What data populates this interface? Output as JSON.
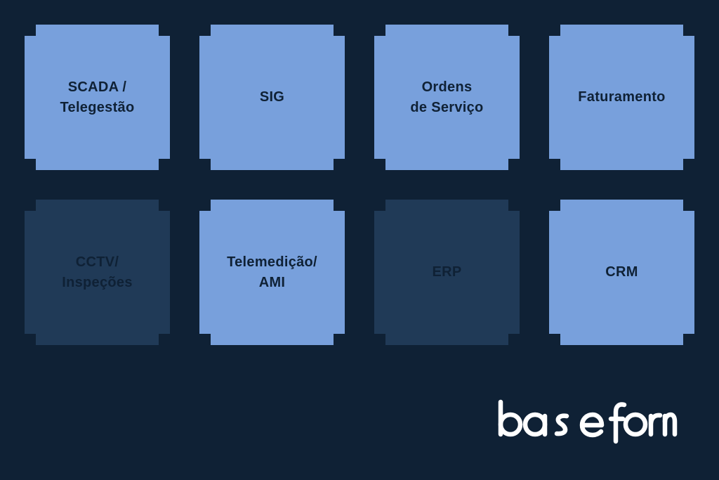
{
  "colors": {
    "background": "#0f2135",
    "tile_active": "#78a0dc",
    "tile_inactive": "#203a57",
    "tile_text": "#0f2135",
    "logo": "#ffffff"
  },
  "tiles": [
    {
      "label": "SCADA /\nTelegestão",
      "state": "active"
    },
    {
      "label": "SIG",
      "state": "active"
    },
    {
      "label": "Ordens\nde Serviço",
      "state": "active"
    },
    {
      "label": "Faturamento",
      "state": "active"
    },
    {
      "label": "CCTV/\nInspeções",
      "state": "inactive"
    },
    {
      "label": "Telemedição/\nAMI",
      "state": "active"
    },
    {
      "label": "ERP",
      "state": "inactive"
    },
    {
      "label": "CRM",
      "state": "active"
    }
  ],
  "logo": {
    "text": "baseform"
  }
}
